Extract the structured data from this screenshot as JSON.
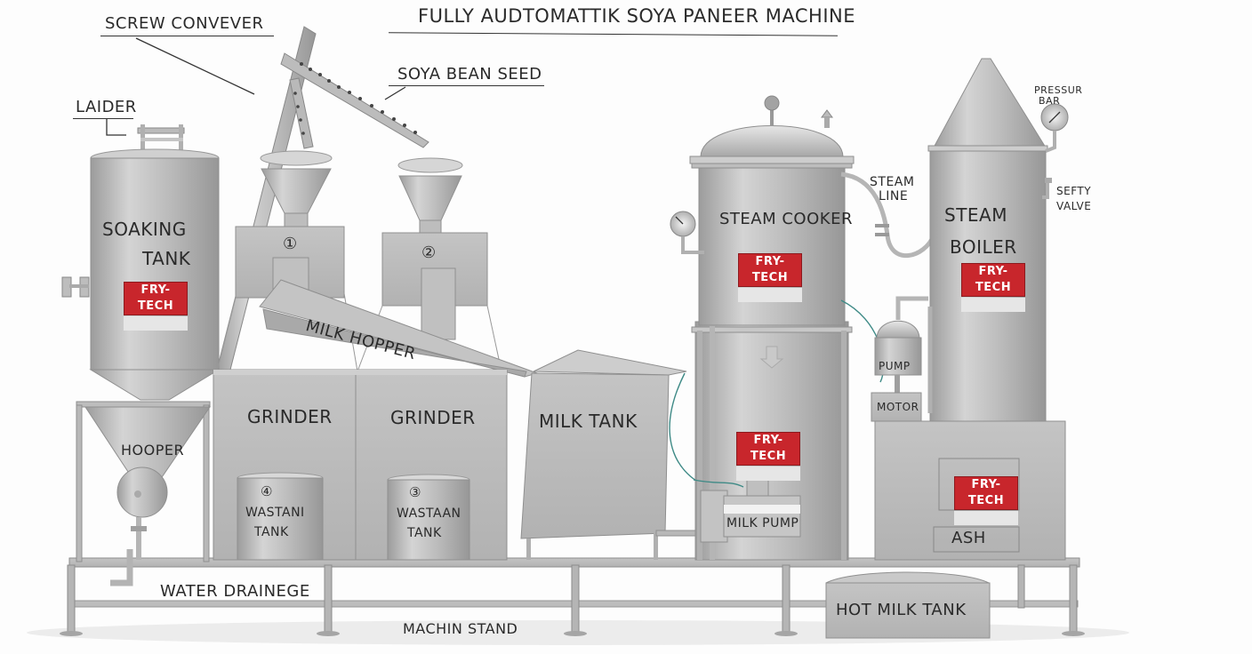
{
  "title": "FULLY AUDTOMATTIK SOYA PANEER MACHINE",
  "brand_logo": {
    "text": "FRY-TECH",
    "color": "#c8262c"
  },
  "labels": {
    "screw_conveyor": "SCREW CONVEVER",
    "soya_bean_seed": "SOYA BEAN SEED",
    "ladder": "LAIDER",
    "soaking_tank_line1": "SOAKING",
    "soaking_tank_line2": "TANK",
    "hopper": "HOOPER",
    "grinder_1": "GRINDER",
    "grinder_2": "GRINDER",
    "feeder_1_number": "①",
    "feeder_2_number": "②",
    "milk_hopper": "MILK HOPPER",
    "waste_tank_1_number": "④",
    "waste_tank_1_line1": "WASTANI",
    "waste_tank_1_line2": "TANK",
    "waste_tank_2_number": "③",
    "waste_tank_2_line1": "WASTAAN",
    "waste_tank_2_line2": "TANK",
    "milk_tank": "MILK TANK",
    "steam_cooker": "STEAM COOKER",
    "steam_line_line1": "STEAM",
    "steam_line_line2": "LINE",
    "milk_pump": "MILK PUMP",
    "steam_boiler_line1": "STEAM",
    "steam_boiler_line2": "BOILER",
    "pressure_bar_line1": "PRESSUR",
    "pressure_bar_line2": "BAR",
    "safety_valve_line1": "SEFTY",
    "safety_valve_line2": "VALVE",
    "pump": "PUMP",
    "motor": "MOTOR",
    "ash": "ASH",
    "water_drainage": "WATER DRAINEGE",
    "machine_stand": "MACHIN STAND",
    "hot_milk_tank": "HOT MILK TANK"
  }
}
